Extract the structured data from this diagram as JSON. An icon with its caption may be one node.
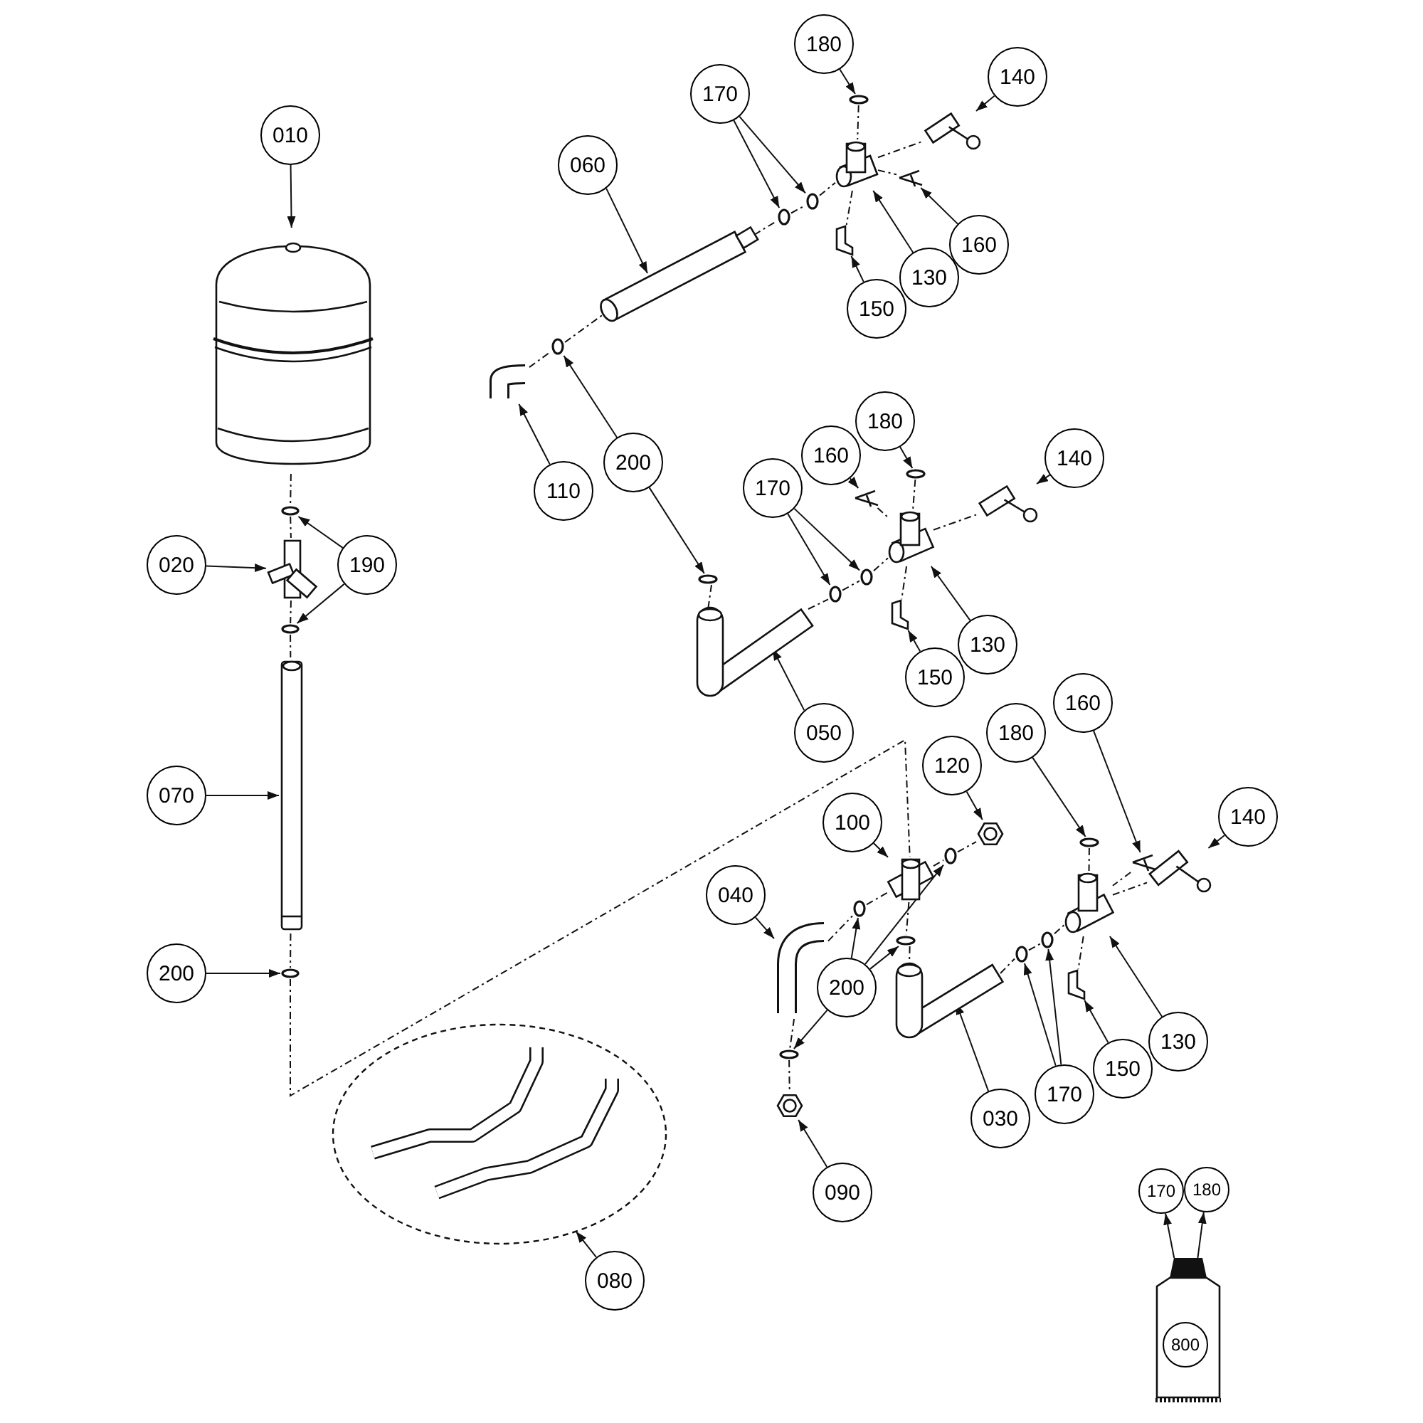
{
  "diagram": {
    "nodes": [
      {
        "text": [
          "010"
        ]
      },
      {
        "text": [],
        "shape": "picture"
      },
      {
        "text": [
          "020"
        ]
      },
      {
        "text": [],
        "shape": "picture"
      },
      {
        "text": [
          "190"
        ]
      },
      {
        "text": [],
        "shape": "circle"
      },
      {
        "text": [],
        "shape": "circle"
      },
      {
        "text": [
          "070"
        ]
      },
      {
        "text": [],
        "shape": "picture"
      },
      {
        "text": [
          "200"
        ]
      },
      {
        "text": [],
        "shape": "circle"
      },
      {
        "text": [
          "060"
        ]
      },
      {
        "text": [],
        "shape": "picture"
      },
      {
        "text": [
          "170"
        ]
      },
      {
        "text": [],
        "shape": "circle"
      },
      {
        "text": [],
        "shape": "circle"
      },
      {
        "text": [
          "180"
        ]
      },
      {
        "text": [],
        "shape": "circle"
      },
      {
        "text": [
          "140"
        ]
      },
      {
        "text": [],
        "shape": "picture"
      },
      {
        "text": [
          "160"
        ]
      },
      {
        "text": [],
        "shape": "picture"
      },
      {
        "text": [
          "130"
        ]
      },
      {
        "text": [],
        "shape": "picture"
      },
      {
        "text": [
          "150"
        ]
      },
      {
        "text": [],
        "shape": "picture"
      },
      {
        "text": [
          "110"
        ]
      },
      {
        "text": [],
        "shape": "picture"
      },
      {
        "text": [
          "200"
        ]
      },
      {
        "text": [],
        "shape": "circle"
      },
      {
        "text": [],
        "shape": "circle"
      },
      {
        "text": [
          "050"
        ]
      },
      {
        "text": [],
        "shape": "picture"
      },
      {
        "text": [
          "170"
        ]
      },
      {
        "text": [],
        "shape": "circle"
      },
      {
        "text": [],
        "shape": "circle"
      },
      {
        "text": [
          "160"
        ]
      },
      {
        "text": [],
        "shape": "picture"
      },
      {
        "text": [
          "180"
        ]
      },
      {
        "text": [],
        "shape": "circle"
      },
      {
        "text": [
          "140"
        ]
      },
      {
        "text": [],
        "shape": "picture"
      },
      {
        "text": [
          "130"
        ]
      },
      {
        "text": [],
        "shape": "picture"
      },
      {
        "text": [
          "150"
        ]
      },
      {
        "text": [],
        "shape": "picture"
      },
      {
        "text": [
          "120"
        ]
      },
      {
        "text": [],
        "shape": "picture"
      },
      {
        "text": [
          "100"
        ]
      },
      {
        "text": [],
        "shape": "picture"
      },
      {
        "text": [
          "040"
        ]
      },
      {
        "text": [],
        "shape": "picture"
      },
      {
        "text": [
          "200"
        ]
      },
      {
        "text": [],
        "shape": "circle"
      },
      {
        "text": [],
        "shape": "circle"
      },
      {
        "text": [],
        "shape": "circle"
      },
      {
        "text": [],
        "shape": "circle"
      },
      {
        "text": [
          "090"
        ]
      },
      {
        "text": [],
        "shape": "picture"
      },
      {
        "text": [
          "030"
        ]
      },
      {
        "text": [],
        "shape": "picture"
      },
      {
        "text": [
          "180"
        ]
      },
      {
        "text": [],
        "shape": "circle"
      },
      {
        "text": [
          "160"
        ]
      },
      {
        "text": [],
        "shape": "picture"
      },
      {
        "text": [
          "140"
        ]
      },
      {
        "text": [],
        "shape": "picture"
      },
      {
        "text": [
          "170"
        ]
      },
      {
        "text": [],
        "shape": "circle"
      },
      {
        "text": [],
        "shape": "circle"
      },
      {
        "text": [
          "150"
        ]
      },
      {
        "text": [],
        "shape": "picture"
      },
      {
        "text": [
          "130"
        ]
      },
      {
        "text": [],
        "shape": "picture"
      },
      {
        "text": [
          "080"
        ]
      },
      {
        "text": [],
        "shape": "ellipse"
      },
      {
        "text": [],
        "shape": "picture"
      },
      {
        "text": [
          "800"
        ],
        "in": 76
      },
      {
        "text": [
          "170"
        ]
      },
      {
        "text": [
          "180"
        ]
      }
    ],
    "edges": [
      {
        "from": 0,
        "to": 1,
        "arrow": "to"
      },
      {
        "from": 2,
        "to": 3,
        "arrow": "to"
      },
      {
        "from": 4,
        "to": 5,
        "arrow": "to"
      },
      {
        "from": 4,
        "to": 6,
        "arrow": "to"
      },
      {
        "from": 7,
        "to": 8,
        "arrow": "to"
      },
      {
        "from": 9,
        "to": 10,
        "arrow": "to"
      },
      {
        "from": 11,
        "to": 12,
        "arrow": "to"
      },
      {
        "from": 13,
        "to": 14,
        "arrow": "to"
      },
      {
        "from": 13,
        "to": 15,
        "arrow": "to"
      },
      {
        "from": 16,
        "to": 17,
        "arrow": "to"
      },
      {
        "from": 18,
        "to": 19,
        "arrow": "to"
      },
      {
        "from": 20,
        "to": 21,
        "arrow": "to"
      },
      {
        "from": 22,
        "to": 23,
        "arrow": "to"
      },
      {
        "from": 24,
        "to": 25,
        "arrow": "to"
      },
      {
        "from": 26,
        "to": 27,
        "arrow": "to"
      },
      {
        "from": 28,
        "to": 29,
        "arrow": "to"
      },
      {
        "from": 28,
        "to": 30,
        "arrow": "to"
      },
      {
        "from": 31,
        "to": 32,
        "arrow": "to"
      },
      {
        "from": 33,
        "to": 34,
        "arrow": "to"
      },
      {
        "from": 33,
        "to": 35,
        "arrow": "to"
      },
      {
        "from": 36,
        "to": 37,
        "arrow": "to"
      },
      {
        "from": 38,
        "to": 39,
        "arrow": "to"
      },
      {
        "from": 40,
        "to": 41,
        "arrow": "to"
      },
      {
        "from": 42,
        "to": 43,
        "arrow": "to"
      },
      {
        "from": 44,
        "to": 45,
        "arrow": "to"
      },
      {
        "from": 46,
        "to": 47,
        "arrow": "to"
      },
      {
        "from": 48,
        "to": 49,
        "arrow": "to"
      },
      {
        "from": 50,
        "to": 51,
        "arrow": "to"
      },
      {
        "from": 52,
        "to": 53,
        "arrow": "to"
      },
      {
        "from": 52,
        "to": 54,
        "arrow": "to"
      },
      {
        "from": 52,
        "to": 55,
        "arrow": "to"
      },
      {
        "from": 52,
        "to": 56,
        "arrow": "to"
      },
      {
        "from": 57,
        "to": 58,
        "arrow": "to"
      },
      {
        "from": 59,
        "to": 60,
        "arrow": "to"
      },
      {
        "from": 61,
        "to": 62,
        "arrow": "to"
      },
      {
        "from": 63,
        "to": 64,
        "arrow": "to"
      },
      {
        "from": 65,
        "to": 66,
        "arrow": "to"
      },
      {
        "from": 67,
        "to": 68,
        "arrow": "to"
      },
      {
        "from": 67,
        "to": 69,
        "arrow": "to"
      },
      {
        "from": 70,
        "to": 71,
        "arrow": "to"
      },
      {
        "from": 72,
        "to": 73,
        "arrow": "to"
      },
      {
        "from": 74,
        "to": 75,
        "arrow": "to"
      },
      {
        "from": 76,
        "to": 78,
        "arrow": "to"
      },
      {
        "from": 76,
        "to": 79,
        "arrow": "to"
      },
      {
        "from": 1,
        "to": 5,
        "arrow": "none",
        "style": "dashed"
      },
      {
        "from": 5,
        "to": 3,
        "arrow": "none",
        "style": "dashed"
      },
      {
        "from": 3,
        "to": 6,
        "arrow": "none",
        "style": "dashed"
      },
      {
        "from": 6,
        "to": 8,
        "arrow": "none",
        "style": "dashed"
      },
      {
        "from": 8,
        "to": 10,
        "arrow": "none",
        "style": "dashed"
      },
      {
        "from": 10,
        "to": 49,
        "arrow": "none",
        "style": "dashed"
      },
      {
        "from": 49,
        "to": 55,
        "arrow": "none",
        "style": "dashed"
      },
      {
        "from": 55,
        "to": 60,
        "arrow": "none",
        "style": "dashed"
      },
      {
        "from": 27,
        "to": 29,
        "arrow": "none",
        "style": "dashed"
      },
      {
        "from": 29,
        "to": 12,
        "arrow": "none",
        "style": "dashed"
      },
      {
        "from": 12,
        "to": 14,
        "arrow": "none",
        "style": "dashed"
      },
      {
        "from": 14,
        "to": 15,
        "arrow": "none",
        "style": "dashed"
      },
      {
        "from": 15,
        "to": 23,
        "arrow": "none",
        "style": "dashed"
      },
      {
        "from": 23,
        "to": 19,
        "arrow": "none",
        "style": "dashed"
      },
      {
        "from": 17,
        "to": 23,
        "arrow": "none",
        "style": "dashed"
      },
      {
        "from": 23,
        "to": 25,
        "arrow": "none",
        "style": "dashed"
      },
      {
        "from": 23,
        "to": 21,
        "arrow": "none",
        "style": "dashed"
      },
      {
        "from": 30,
        "to": 32,
        "arrow": "none",
        "style": "dashed"
      },
      {
        "from": 32,
        "to": 34,
        "arrow": "none",
        "style": "dashed"
      },
      {
        "from": 34,
        "to": 35,
        "arrow": "none",
        "style": "dashed"
      },
      {
        "from": 35,
        "to": 43,
        "arrow": "none",
        "style": "dashed"
      },
      {
        "from": 43,
        "to": 41,
        "arrow": "none",
        "style": "dashed"
      },
      {
        "from": 39,
        "to": 43,
        "arrow": "none",
        "style": "dashed"
      },
      {
        "from": 43,
        "to": 45,
        "arrow": "none",
        "style": "dashed"
      },
      {
        "from": 37,
        "to": 43,
        "arrow": "none",
        "style": "dashed"
      },
      {
        "from": 51,
        "to": 53,
        "arrow": "none",
        "style": "dashed"
      },
      {
        "from": 53,
        "to": 49,
        "arrow": "none",
        "style": "dashed"
      },
      {
        "from": 49,
        "to": 54,
        "arrow": "none",
        "style": "dashed"
      },
      {
        "from": 54,
        "to": 47,
        "arrow": "none",
        "style": "dashed"
      },
      {
        "from": 51,
        "to": 56,
        "arrow": "none",
        "style": "dashed"
      },
      {
        "from": 56,
        "to": 58,
        "arrow": "none",
        "style": "dashed"
      },
      {
        "from": 60,
        "to": 68,
        "arrow": "none",
        "style": "dashed"
      },
      {
        "from": 68,
        "to": 69,
        "arrow": "none",
        "style": "dashed"
      },
      {
        "from": 69,
        "to": 73,
        "arrow": "none",
        "style": "dashed"
      },
      {
        "from": 73,
        "to": 66,
        "arrow": "none",
        "style": "dashed"
      },
      {
        "from": 62,
        "to": 73,
        "arrow": "none",
        "style": "dashed"
      },
      {
        "from": 73,
        "to": 71,
        "arrow": "none",
        "style": "dashed"
      },
      {
        "from": 64,
        "to": 73,
        "arrow": "none",
        "style": "dashed"
      }
    ]
  }
}
